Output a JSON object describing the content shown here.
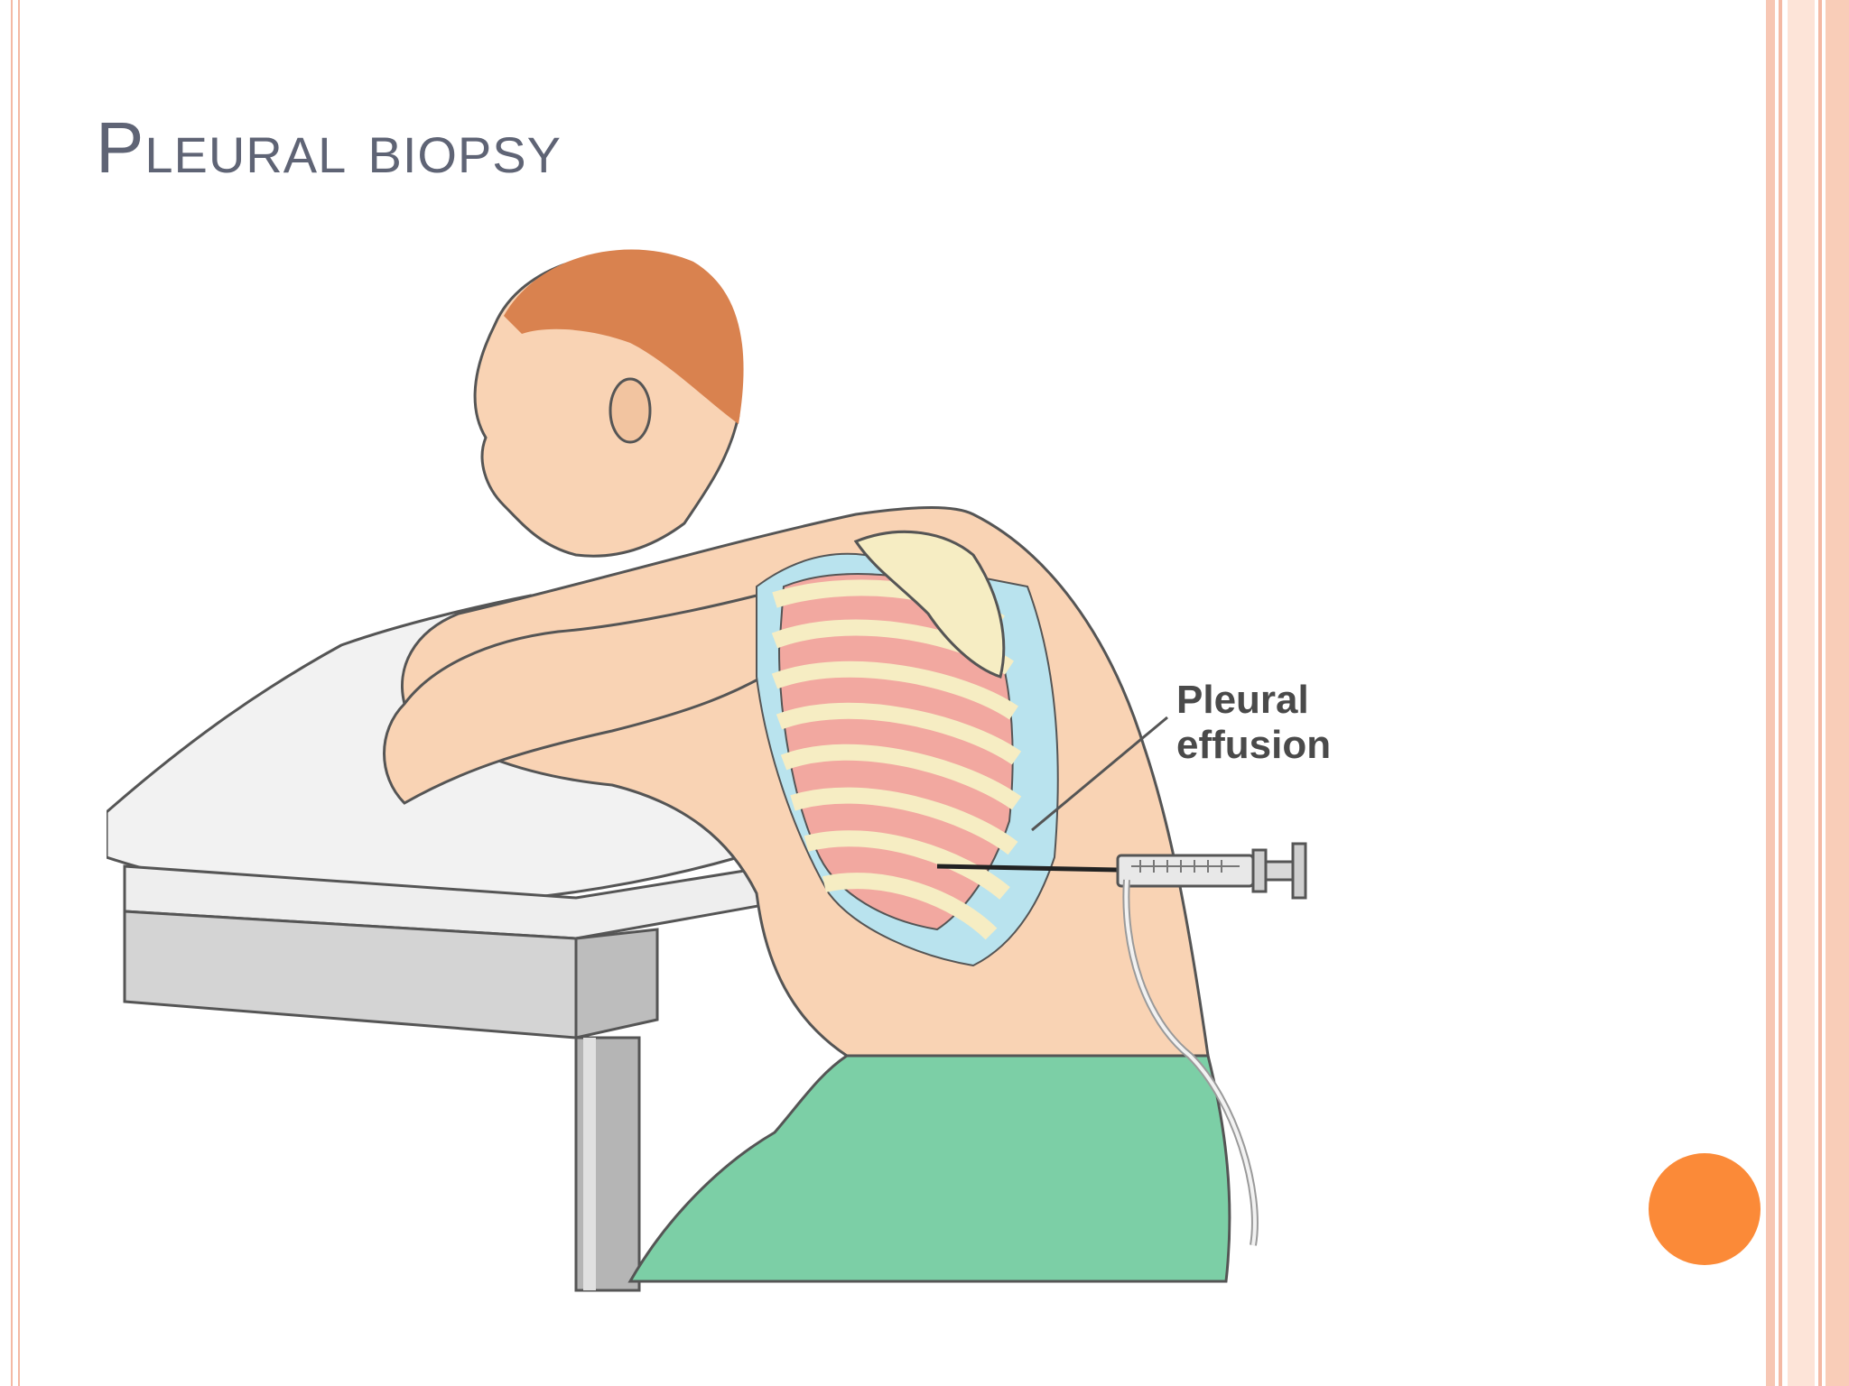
{
  "slide": {
    "title": "Pleural biopsy",
    "illustration": {
      "labels": [
        "Pleural",
        "effusion"
      ]
    }
  },
  "colors": {
    "title": "#5f6475",
    "accent_dot": "#fb8a38",
    "border": "#f4b9a4",
    "skin": "#f9d3b4",
    "hair": "#d9824f",
    "ribs": "#f6edc3",
    "lung": "#f2a8a0",
    "pleura": "#b9e3ee",
    "pants": "#7ccfa6"
  }
}
